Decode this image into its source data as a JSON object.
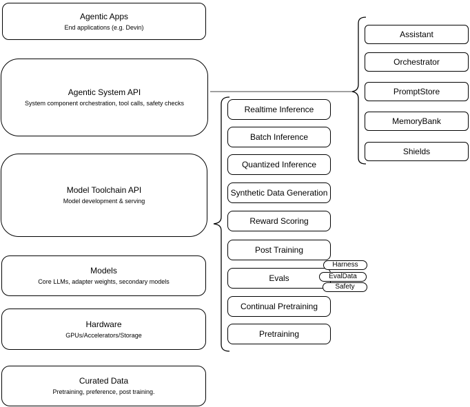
{
  "left_stack": [
    {
      "title": "Agentic Apps",
      "subtitle": "End applications (e.g. Devin)"
    },
    {
      "title": "Agentic System API",
      "subtitle": "System component orchestration, tool calls, safety checks"
    },
    {
      "title": "Model Toolchain API",
      "subtitle": "Model development & serving"
    },
    {
      "title": "Models",
      "subtitle": "Core LLMs, adapter weights, secondary models"
    },
    {
      "title": "Hardware",
      "subtitle": "GPUs/Accelerators/Storage"
    },
    {
      "title": "Curated Data",
      "subtitle": "Pretraining, preference, post training."
    }
  ],
  "toolchain": {
    "items": [
      "Realtime Inference",
      "Batch Inference",
      "Quantized Inference",
      "Synthetic Data Generation",
      "Reward Scoring",
      "Post Training",
      "Evals",
      "Continual Pretraining",
      "Pretraining"
    ]
  },
  "evals_tags": [
    "Harness",
    "EvalData",
    "Safety"
  ],
  "system_components": [
    "Assistant",
    "Orchestrator",
    "PromptStore",
    "MemoryBank",
    "Shields"
  ],
  "colors": {
    "background": "#ffffff",
    "node_fill": "#ffffff",
    "node_stroke": "#000000",
    "connector_line": "#808080",
    "brace_stroke": "#000000"
  }
}
